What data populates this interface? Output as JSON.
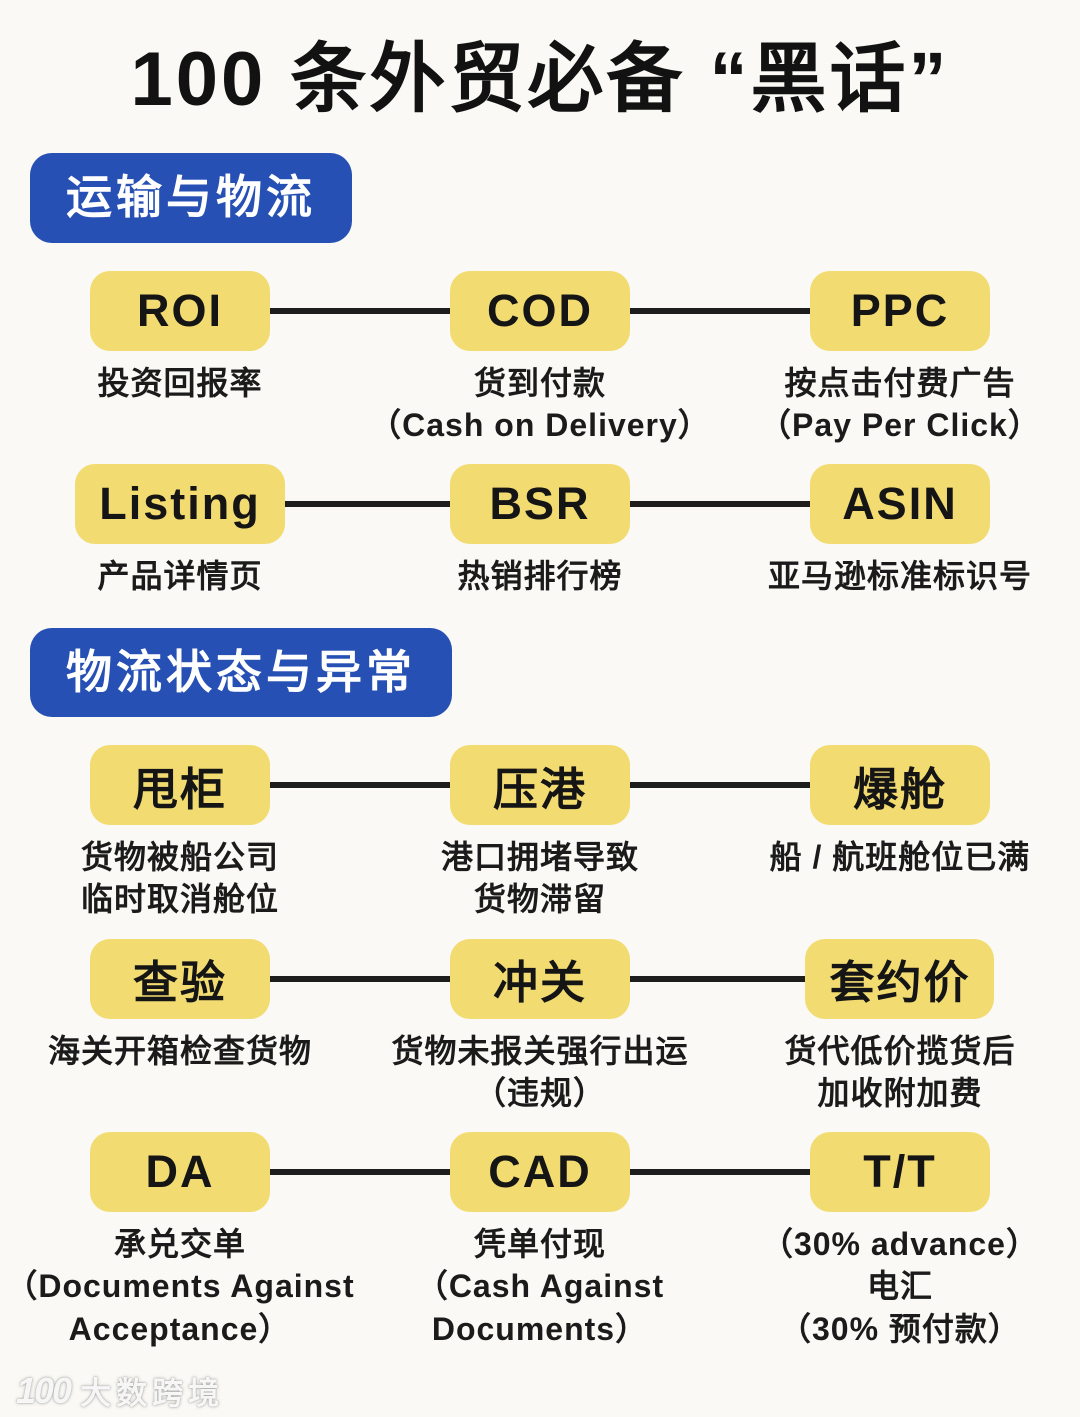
{
  "title": "100 条外贸必备 “黑话”",
  "sections": [
    {
      "header": "运输与物流",
      "rows": [
        {
          "terms": [
            {
              "term": "ROI",
              "desc": [
                "投资回报率"
              ]
            },
            {
              "term": "COD",
              "desc": [
                "货到付款",
                "（Cash on Delivery）"
              ]
            },
            {
              "term": "PPC",
              "desc": [
                "按点击付费广告",
                "（Pay Per Click）"
              ]
            }
          ]
        },
        {
          "terms": [
            {
              "term": "Listing",
              "desc": [
                "产品详情页"
              ]
            },
            {
              "term": "BSR",
              "desc": [
                "热销排行榜"
              ]
            },
            {
              "term": "ASIN",
              "desc": [
                "亚马逊标准标识号"
              ]
            }
          ]
        }
      ]
    },
    {
      "header": "物流状态与异常",
      "rows": [
        {
          "terms": [
            {
              "term": "甩柜",
              "desc": [
                "货物被船公司",
                "临时取消舱位"
              ]
            },
            {
              "term": "压港",
              "desc": [
                "港口拥堵导致",
                "货物滞留"
              ]
            },
            {
              "term": "爆舱",
              "desc": [
                "船 / 航班舱位已满"
              ]
            }
          ]
        },
        {
          "terms": [
            {
              "term": "查验",
              "desc": [
                "海关开箱检查货物"
              ]
            },
            {
              "term": "冲关",
              "desc": [
                "货物未报关强行出运",
                "（违规）"
              ]
            },
            {
              "term": "套约价",
              "desc": [
                "货代低价揽货后",
                "加收附加费"
              ]
            }
          ]
        },
        {
          "terms": [
            {
              "term": "DA",
              "desc": [
                "承兑交单",
                "（Documents Against",
                "Acceptance）"
              ]
            },
            {
              "term": "CAD",
              "desc": [
                "凭单付现",
                "（Cash Against",
                "Documents）"
              ]
            },
            {
              "term": "T/T",
              "desc": [
                "（30% advance）",
                "电汇",
                "（30% 预付款）"
              ]
            }
          ]
        }
      ]
    }
  ],
  "watermark": {
    "logo": "100",
    "text": "大数跨境"
  },
  "colors": {
    "box_yellow": "#F2DC71",
    "header_blue": "#2750B4",
    "connector_black": "#1D1D1D",
    "background": "#FAF9F5",
    "text": "#161616"
  }
}
